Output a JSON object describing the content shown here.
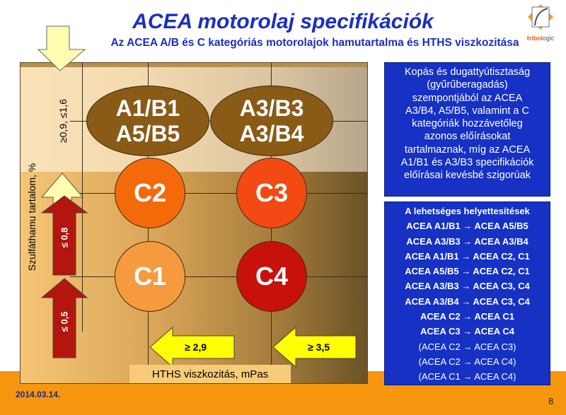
{
  "header": {
    "title": "ACEA motorolaj specifikációk",
    "subtitle": "Az ACEA A/B és C kategóriás motorolajok hamutartalma és HTHS viszkozitása",
    "logo_text": "tribologic"
  },
  "diagram": {
    "y_axis_label": "Szulfáthamu tartalom, %",
    "x_axis_label": "HTHS viszkozitás, mPas",
    "ash_levels": [
      "≥0,9, ≤1,6",
      "≤ 0,8",
      "≤ 0,5"
    ],
    "hths_levels": [
      "≥ 2,9",
      "≥ 3,5"
    ],
    "ellipses": [
      {
        "line1": "A1/B1",
        "line2": "A5/B5"
      },
      {
        "line1": "A3/B3",
        "line2": "A3/B4"
      }
    ],
    "circles": [
      {
        "label": "C2",
        "color": "#f46a0a"
      },
      {
        "label": "C3",
        "color": "#f24a12"
      },
      {
        "label": "C1",
        "color": "#f69a40"
      },
      {
        "label": "C4",
        "color": "#c8110c"
      }
    ]
  },
  "info_box": {
    "lines": [
      "Kopás és dugattyútisztaság",
      "(gyűrűberagadás)",
      "szempontjából az ACEA",
      "A3/B4, A5/B5, valamint a C",
      "kategóriák  hozzávetőleg",
      "azonos előírásokat",
      "tartalmaznak, míg az ACEA",
      "A1/B1 és A3/B3 specifikációk",
      "előírásai kevésbé szigorúak"
    ]
  },
  "substitutions": {
    "title": "A lehetséges helyettesítések",
    "items": [
      "ACEA A1/B1 → ACEA A5/B5",
      "ACEA A3/B3 → ACEA A3/B4",
      "ACEA A1/B1 → ACEA C2, C1",
      "ACEA A5/B5 → ACEA C2, C1",
      "ACEA A3/B3 → ACEA C3, C4",
      "ACEA A3/B4 → ACEA C3, C4",
      "ACEA C2 → ACEA C1",
      "ACEA C3 → ACEA C4"
    ],
    "optional": [
      "(ACEA C2 → ACEA C3)",
      "(ACEA C2 → ACEA C4)",
      "(ACEA C1 → ACEA C4)"
    ]
  },
  "footer": {
    "date": "2014.03.14.",
    "page": "8"
  }
}
